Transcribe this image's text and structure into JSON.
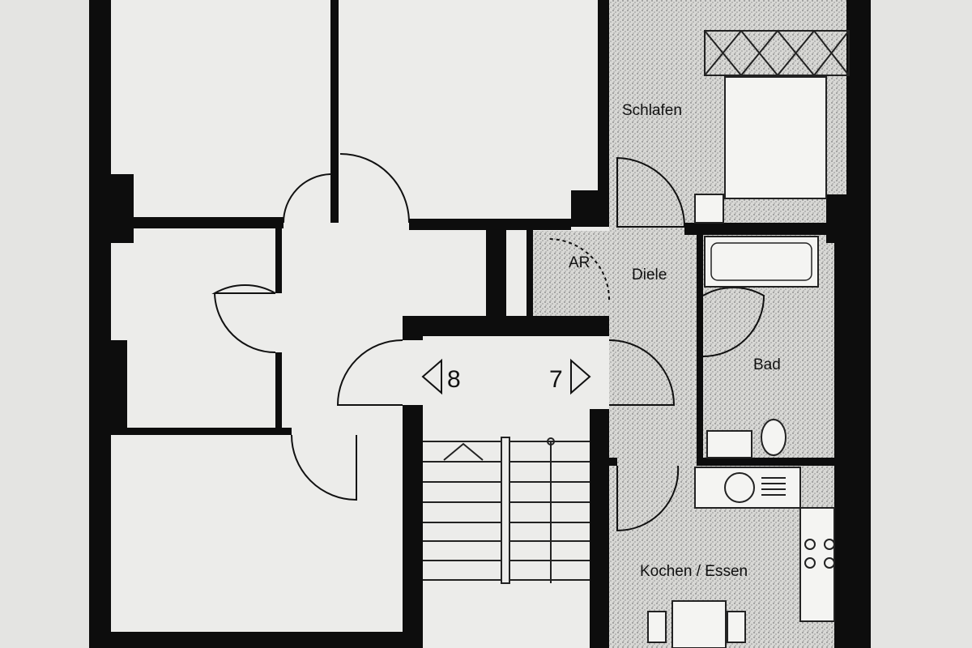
{
  "floor_plan": {
    "rooms": {
      "bedroom": "Schlafen",
      "storage": "AR",
      "hallway": "Diele",
      "bathroom": "Bad",
      "kitchen": "Kochen / Essen"
    },
    "apartment_numbers": {
      "left": "8",
      "right": "7"
    },
    "colors": {
      "wall": "#0d0d0d",
      "paper": "#e4e4e2",
      "shaded_area": "#cfcfcc"
    }
  }
}
